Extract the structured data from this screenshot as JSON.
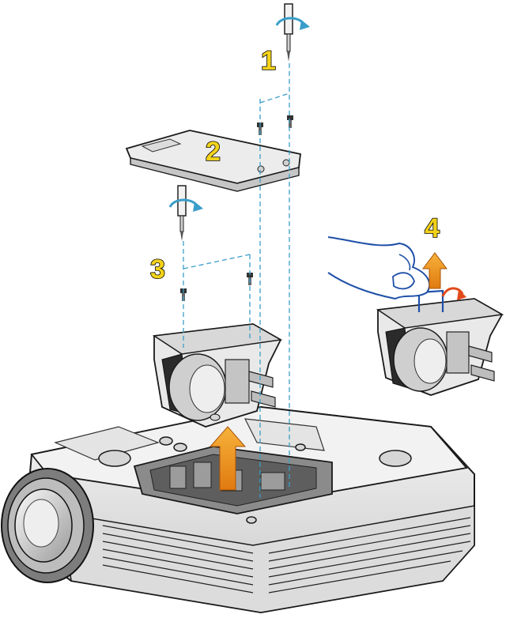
{
  "diagram": {
    "steps": [
      {
        "number": "1",
        "description": ""
      },
      {
        "number": "2",
        "description": ""
      },
      {
        "number": "3",
        "description": ""
      },
      {
        "number": "4",
        "description": ""
      }
    ]
  },
  "colors": {
    "step_label": "#f2d21a",
    "guide_line": "#3a9ec9",
    "rotation_arrow": "#3a9ec9",
    "lift_arrow": "#f29a1c",
    "hand_outline": "#1f4fa8",
    "body": "#e9e9e9",
    "outline": "#1a1a1a"
  },
  "icons": [
    "screwdriver-icon",
    "rotate-arrow-icon",
    "lift-arrow-icon",
    "hand-icon",
    "screw-icon"
  ]
}
